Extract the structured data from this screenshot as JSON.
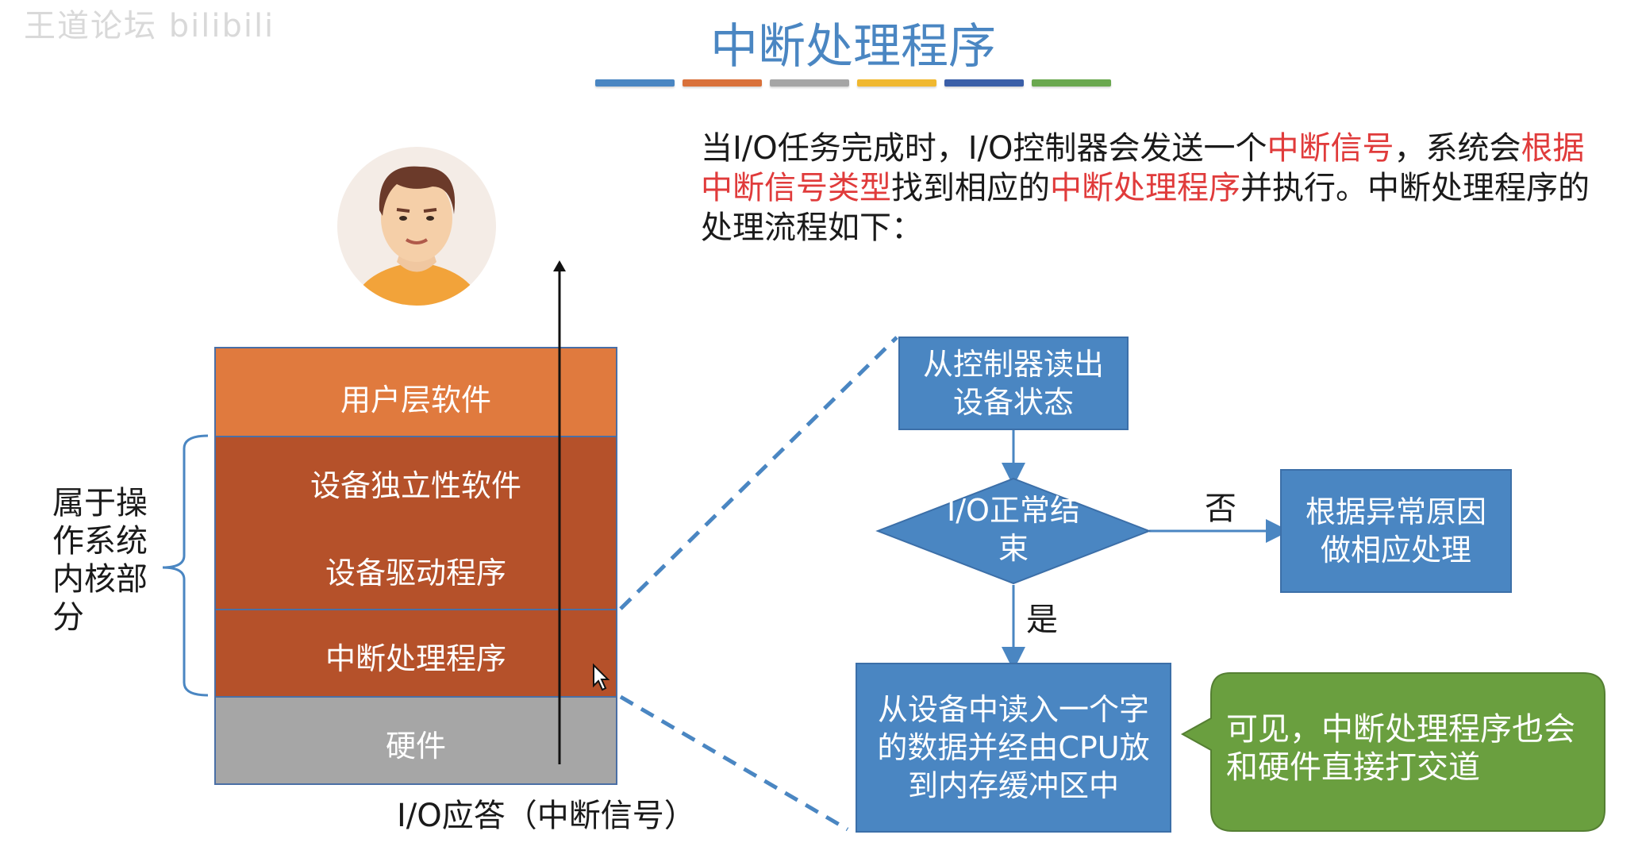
{
  "watermark": "王道论坛 bilibili",
  "title": "中断处理程序",
  "title_bar_colors": [
    "#4a86c2",
    "#d9713a",
    "#a5a5a5",
    "#f0b830",
    "#3b5fa8",
    "#6aa84f"
  ],
  "intro": {
    "p1": "当I/O任务完成时，I/O控制器会发送一个",
    "h1": "中断信号",
    "p2": "，系统会",
    "h2": "根据中断信号类型",
    "p3": "找到相应的",
    "h3": "中断处理程序",
    "p4": "并执行。中断处理程序的处理流程如下："
  },
  "layers": {
    "user_software": "用户层软件",
    "device_independent": "设备独立性软件",
    "device_driver": "设备驱动程序",
    "interrupt_handler": "中断处理程序",
    "hardware": "硬件"
  },
  "kernel_label": "属于操作系统内核部分",
  "bottom_label": "I/O应答（中断信号）",
  "flow": {
    "read_status": "从控制器读出设备状态",
    "decision": "I/O正常结束",
    "no_label": "否",
    "yes_label": "是",
    "abnormal": "根据异常原因做相应处理",
    "read_data": "从设备中读入一个字的数据并经由CPU放到内存缓冲区中"
  },
  "note": "可见，中断处理程序也会和硬件直接打交道",
  "colors": {
    "title": "#4a86c2",
    "highlight": "#e03b3b",
    "user_layer": "#e07a3e",
    "kernel_layer": "#b5512a",
    "hardware_layer": "#a6a6a6",
    "flow_box": "#4a86c2",
    "note_bubble": "#6a9f3f"
  }
}
